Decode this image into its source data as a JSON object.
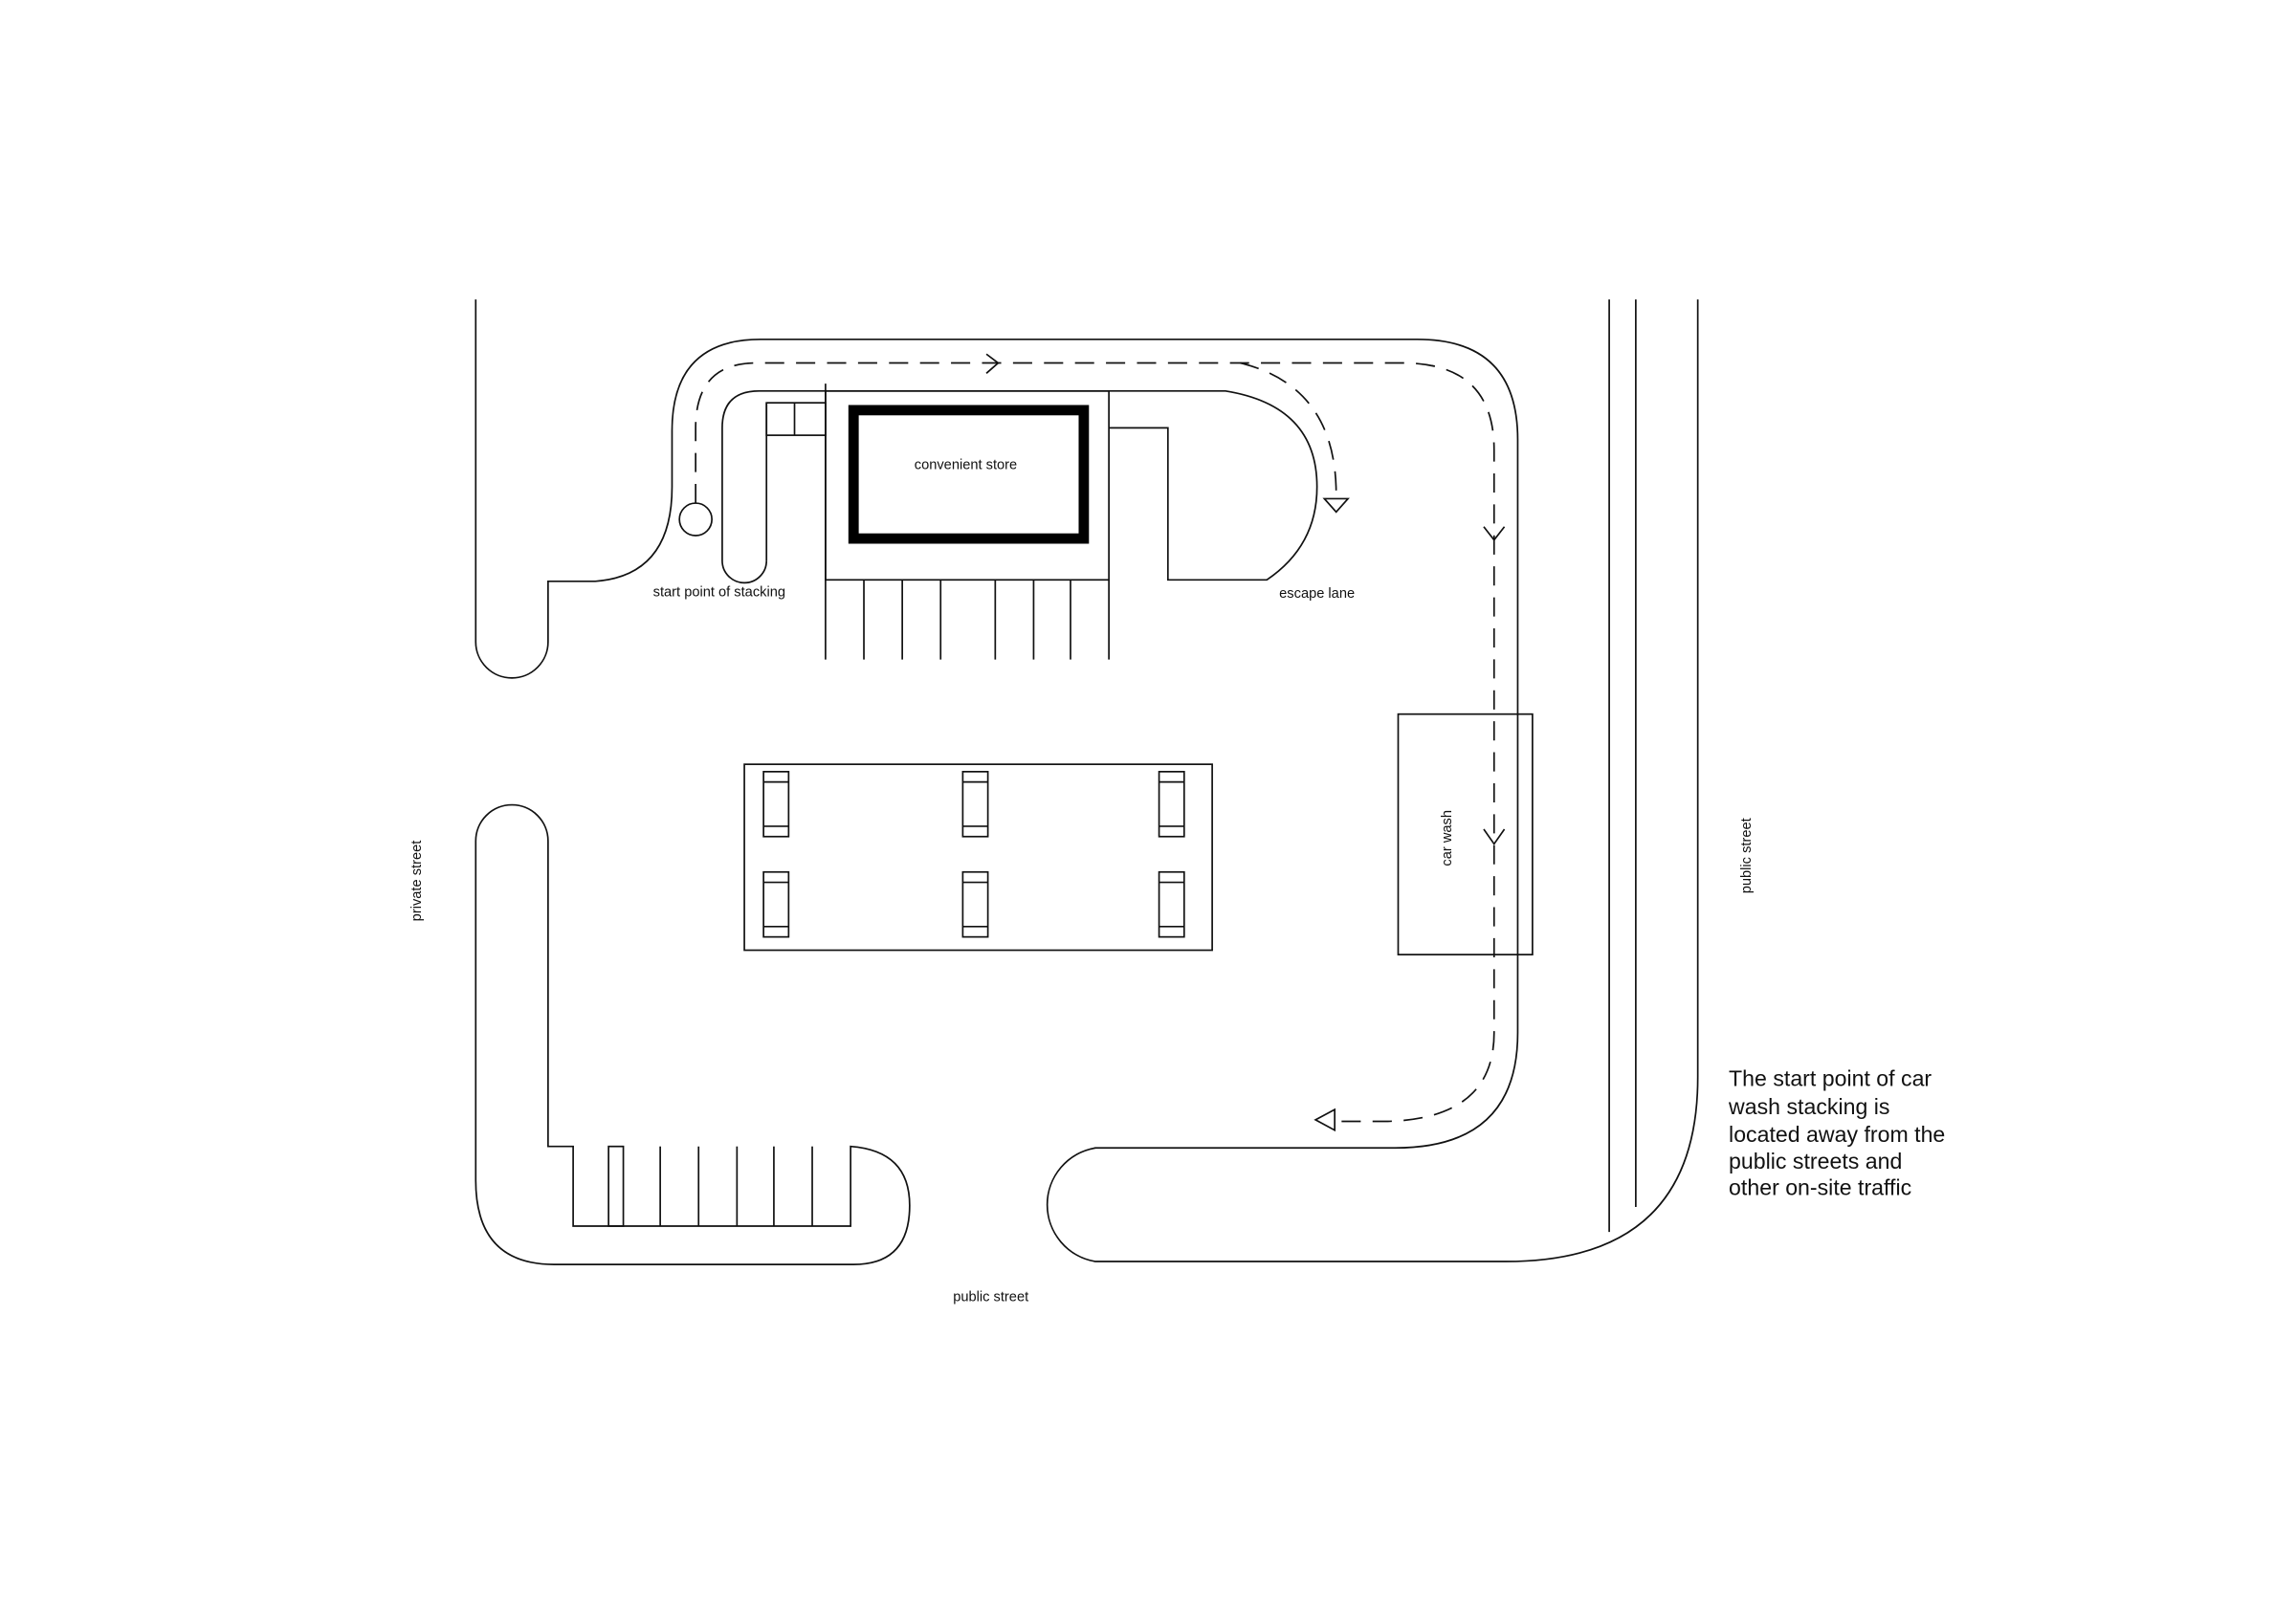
{
  "labels": {
    "store": "convenient store",
    "start_stacking": "start point of stacking",
    "escape_lane": "escape lane",
    "car_wash": "car wash",
    "private_street": "private street",
    "public_street_east": "public street",
    "public_street_south": "public street"
  },
  "note": {
    "lines": [
      "The start point of car",
      "wash stacking is",
      "located away from the",
      "public streets and",
      "other on-site traffic"
    ]
  },
  "icons": [
    "arrow-right-icon",
    "arrow-down-icon",
    "arrow-left-icon",
    "start-point-circle-icon"
  ]
}
